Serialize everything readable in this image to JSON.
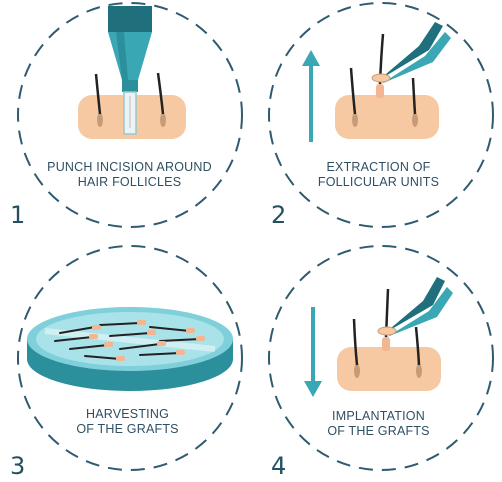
{
  "steps": [
    {
      "number": "1",
      "line1": "PUNCH INCISION AROUND",
      "line2": "HAIR  FOLLICLES"
    },
    {
      "number": "2",
      "line1": "EXTRACTION OF",
      "line2": "FOLLICULAR UNITS"
    },
    {
      "number": "3",
      "line1": "HARVESTING",
      "line2": "OF THE GRAFTS"
    },
    {
      "number": "4",
      "line1": "IMPLANTATION",
      "line2": "OF THE GRAFTS"
    }
  ],
  "colors": {
    "circle_dash": "#2e5b70",
    "teal": "#3aa7b4",
    "teal_dark": "#1f6f7d",
    "skin": "#f6c9a3",
    "hair": "#222222",
    "text": "#2f4f63"
  }
}
